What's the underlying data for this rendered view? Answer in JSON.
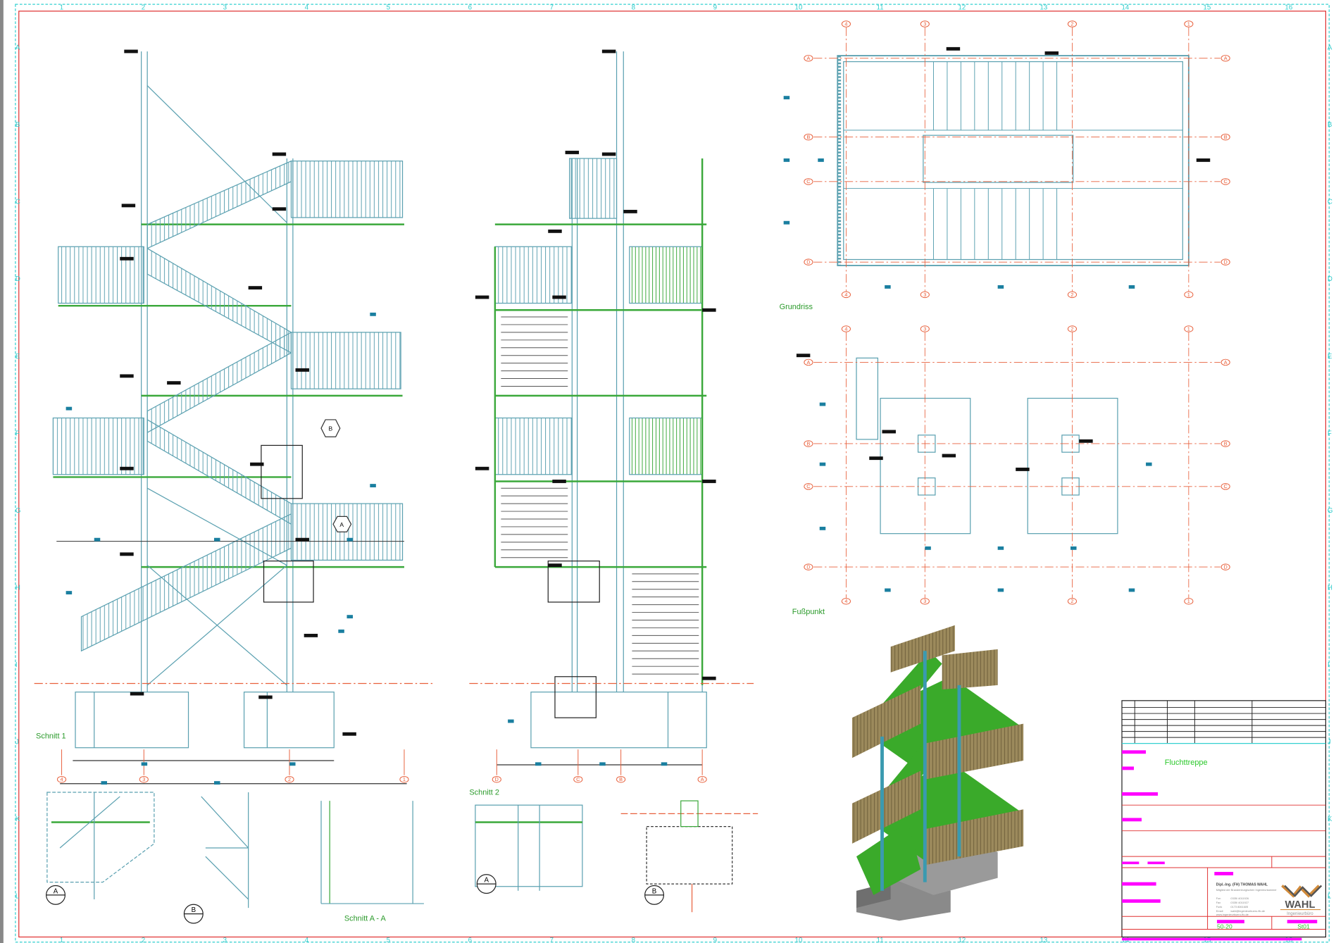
{
  "sheet": {
    "views": {
      "section1": "Schnitt 1",
      "section2": "Schnitt 2",
      "floor_plan": "Grundriss",
      "base_point": "Fußpunkt",
      "section_aa": "Schnitt A - A"
    },
    "detail_markers": {
      "a": "A",
      "b": "B"
    },
    "grid_columns": [
      "1",
      "2",
      "3",
      "4",
      "5",
      "6",
      "7",
      "8",
      "9",
      "10",
      "11",
      "12",
      "13",
      "14",
      "15",
      "16"
    ],
    "grid_rows": [
      "A",
      "B",
      "C",
      "D",
      "E",
      "F",
      "G",
      "H",
      "I",
      "J",
      "K",
      "L"
    ],
    "axes_vertical": [
      "4",
      "3",
      "2",
      "1"
    ],
    "axes_horizontal": [
      "A",
      "B",
      "C",
      "D"
    ]
  },
  "title_block": {
    "project_title": "Fluchttreppe",
    "engineer_line": "Dipl.-Ing. (FH) THOMAS WAHL",
    "membership": "Mitglied der Brandenburgischen Ingenieurkammer",
    "contact": [
      {
        "label": "Fon",
        "value": "0335/ 4011926"
      },
      {
        "label": "Fax",
        "value": "0335/ 4011927"
      },
      {
        "label": "Funk",
        "value": "0173 8061605"
      },
      {
        "label": "Email",
        "value": "wahl@ingenieurbuero-ffo.de"
      }
    ],
    "website": "www.ingenieurbuero-ffo.de",
    "logo_name": "WAHL",
    "logo_sub": "Ingenieurbüro",
    "project_number": "50-20",
    "drawing_number": "St01"
  },
  "colors": {
    "frame_cyan": "#33d0d0",
    "frame_red": "#e03030",
    "steel": "#5aa0b0",
    "green": "#3aa83a",
    "axis": "#e8603c",
    "magenta": "#ff00ff"
  }
}
